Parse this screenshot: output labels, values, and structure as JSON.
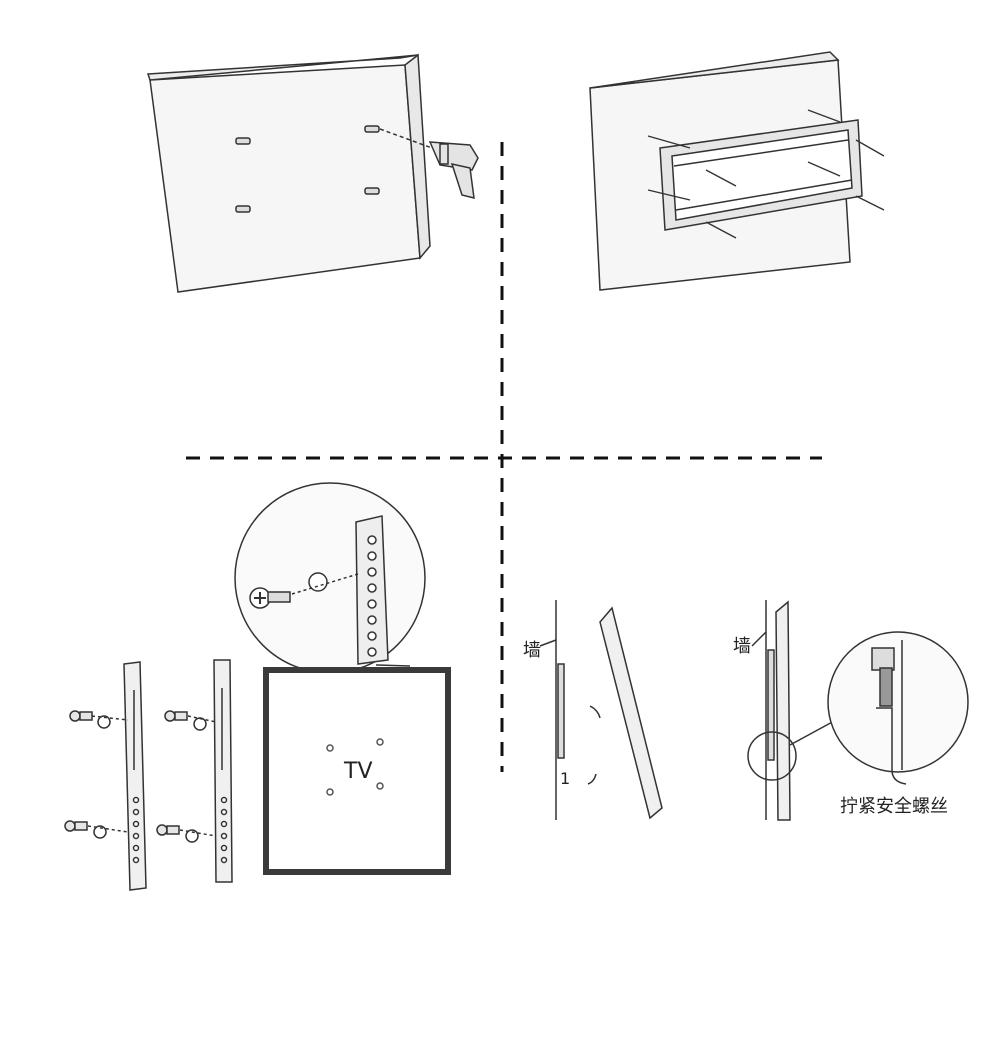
{
  "labels": {
    "tv": "TV",
    "wall_left": "墙",
    "wall_right": "墙",
    "callout_number": "1",
    "tighten_note": "拧紧安全螺丝"
  },
  "colors": {
    "line": "#333333",
    "panel_fill": "#f4f4f4",
    "tv_frame": "#3a3a3a",
    "background": "#ffffff"
  }
}
